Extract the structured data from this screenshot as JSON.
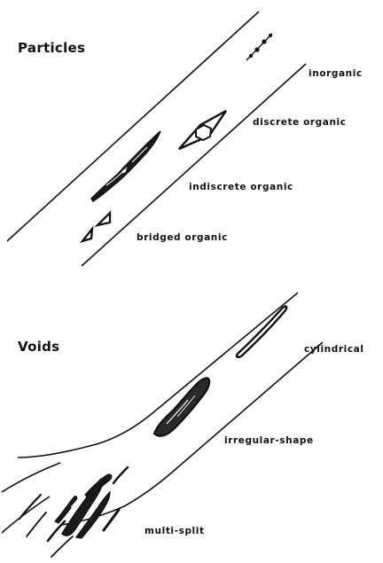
{
  "particles": {
    "title": "Particles",
    "labels": {
      "inorganic": "inorganic",
      "discrete_organic": "discrete organic",
      "indiscrete_organic": "indiscrete organic",
      "bridged_organic": "bridged organic"
    }
  },
  "voids": {
    "title": "Voids",
    "labels": {
      "cylindrical": "cylindrical",
      "irregular_shape": "irregular-shape",
      "multi_split": "multi-split"
    }
  },
  "colors": {
    "ink": "#111111",
    "background": "#ffffff"
  }
}
